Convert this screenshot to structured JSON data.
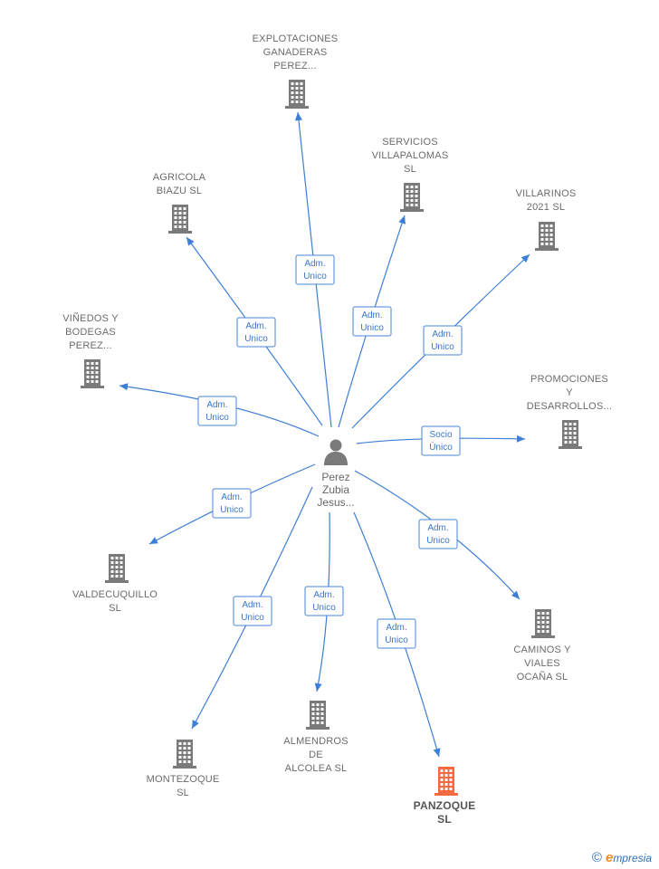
{
  "center": {
    "name_lines": [
      "Perez",
      "Zubia",
      "Jesus..."
    ]
  },
  "nodes": [
    {
      "id": "explotaciones",
      "label_lines": [
        "EXPLOTACIONES",
        "GANADERAS",
        "PEREZ..."
      ],
      "highlight": false
    },
    {
      "id": "servicios",
      "label_lines": [
        "SERVICIOS",
        "VILLAPALOMAS",
        "SL"
      ],
      "highlight": false
    },
    {
      "id": "villarinos",
      "label_lines": [
        "VILLARINOS",
        "2021  SL"
      ],
      "highlight": false
    },
    {
      "id": "agricola",
      "label_lines": [
        "AGRICOLA",
        "BIAZU  SL"
      ],
      "highlight": false
    },
    {
      "id": "vinedos",
      "label_lines": [
        "VIÑEDOS Y",
        "BODEGAS",
        "PEREZ..."
      ],
      "highlight": false
    },
    {
      "id": "promociones",
      "label_lines": [
        "PROMOCIONES",
        "Y",
        "DESARROLLOS..."
      ],
      "highlight": false
    },
    {
      "id": "valdecuquillo",
      "label_lines": [
        "VALDECUQUILLO",
        "SL"
      ],
      "highlight": false
    },
    {
      "id": "caminos",
      "label_lines": [
        "CAMINOS Y",
        "VIALES",
        "OCAÑA SL"
      ],
      "highlight": false
    },
    {
      "id": "montezoque",
      "label_lines": [
        "MONTEZOQUE",
        "SL"
      ],
      "highlight": false
    },
    {
      "id": "almendros",
      "label_lines": [
        "ALMENDROS",
        "DE",
        "ALCOLEA  SL"
      ],
      "highlight": false
    },
    {
      "id": "panzoque",
      "label_lines": [
        "PANZOQUE",
        "SL"
      ],
      "highlight": true
    }
  ],
  "edges": [
    {
      "to": "explotaciones",
      "role_lines": [
        "Adm.",
        "Unico"
      ]
    },
    {
      "to": "servicios",
      "role_lines": [
        "Adm.",
        "Unico"
      ]
    },
    {
      "to": "villarinos",
      "role_lines": [
        "Adm.",
        "Unico"
      ]
    },
    {
      "to": "agricola",
      "role_lines": [
        "Adm.",
        "Unico"
      ]
    },
    {
      "to": "vinedos",
      "role_lines": [
        "Adm.",
        "Unico"
      ]
    },
    {
      "to": "promociones",
      "role_lines": [
        "Socio",
        "Único"
      ]
    },
    {
      "to": "valdecuquillo",
      "role_lines": [
        "Adm.",
        "Unico"
      ]
    },
    {
      "to": "caminos",
      "role_lines": [
        "Adm.",
        "Unico"
      ]
    },
    {
      "to": "montezoque",
      "role_lines": [
        "Adm.",
        "Unico"
      ]
    },
    {
      "to": "almendros",
      "role_lines": [
        "Adm.",
        "Unico"
      ]
    },
    {
      "to": "panzoque",
      "role_lines": [
        "Adm.",
        "Unico"
      ]
    }
  ],
  "footer": {
    "copyright_symbol": "©",
    "brand_initial": "e",
    "brand_rest": "mpresia"
  },
  "colors": {
    "edge": "#3d7fd6",
    "node": "#7a7a7a",
    "highlight_node": "#f26a3d"
  }
}
